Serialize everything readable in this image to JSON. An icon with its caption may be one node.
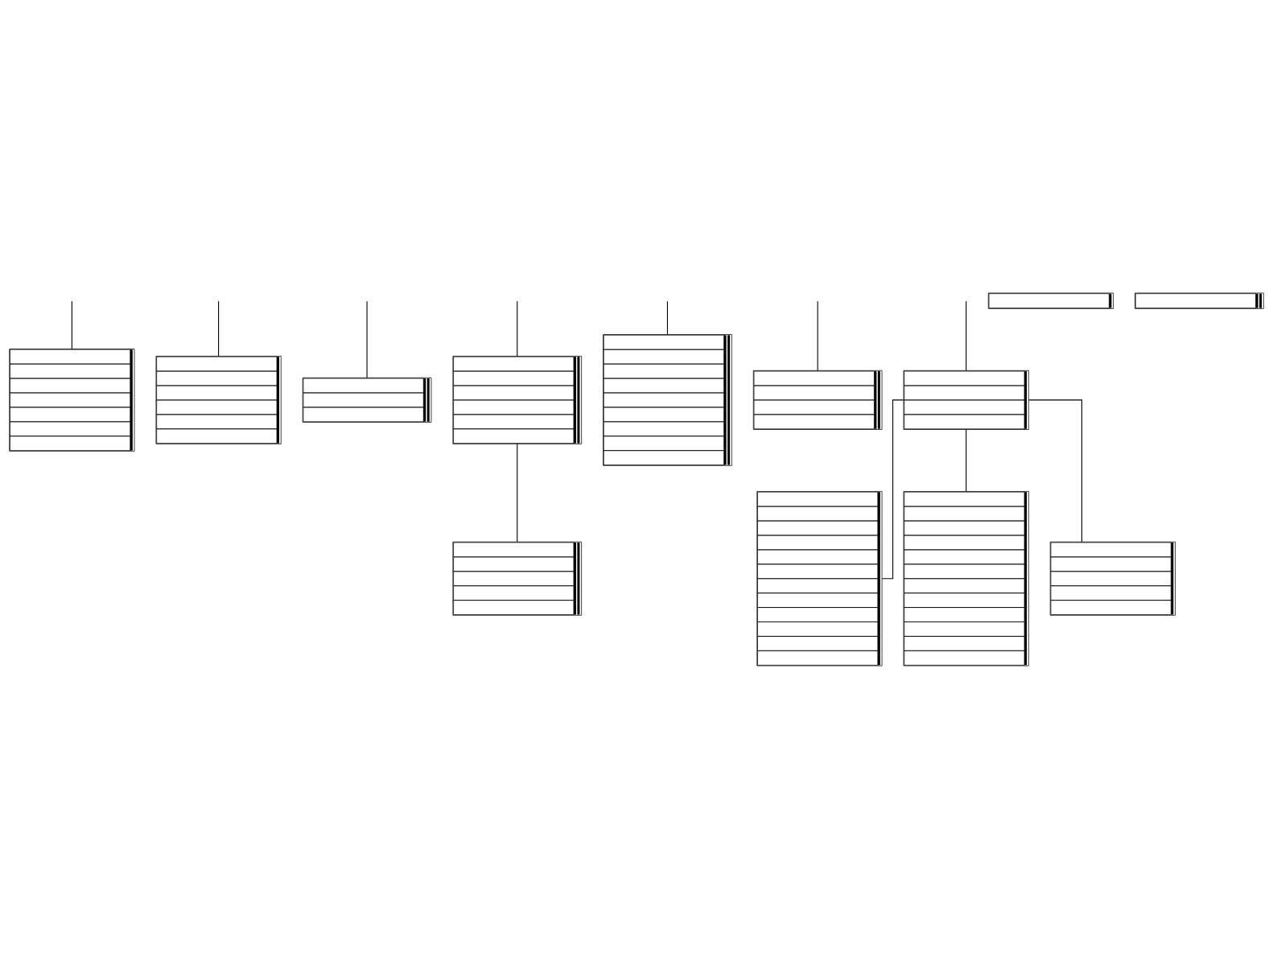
{
  "diagram": {
    "nodes": [
      {
        "text": [],
        "shape": "box"
      },
      {
        "text": [],
        "shape": "box"
      },
      {
        "text": [],
        "shape": "box"
      },
      {
        "text": [],
        "shape": "box"
      },
      {
        "text": [],
        "shape": "box"
      },
      {
        "text": [],
        "shape": "box"
      },
      {
        "text": [],
        "shape": "box"
      },
      {
        "text": [],
        "shape": "box"
      },
      {
        "text": [],
        "shape": "box"
      },
      {
        "text": [],
        "shape": "box"
      },
      {
        "text": [],
        "shape": "box"
      },
      {
        "text": [],
        "shape": "box"
      },
      {
        "text": [],
        "shape": "box"
      }
    ],
    "edges": [
      {
        "from": null,
        "to": 0,
        "arrow": "none"
      },
      {
        "from": null,
        "to": 1,
        "arrow": "none"
      },
      {
        "from": null,
        "to": 2,
        "arrow": "none"
      },
      {
        "from": null,
        "to": 3,
        "arrow": "none"
      },
      {
        "from": 3,
        "to": 4,
        "arrow": "none"
      },
      {
        "from": null,
        "to": 5,
        "arrow": "none"
      },
      {
        "from": null,
        "to": 6,
        "arrow": "none"
      },
      {
        "from": null,
        "to": 8,
        "arrow": "none"
      },
      {
        "from": 8,
        "to": 7,
        "arrow": "none"
      },
      {
        "from": 8,
        "to": 9,
        "arrow": "none"
      },
      {
        "from": 8,
        "to": 12,
        "arrow": "none"
      }
    ]
  }
}
